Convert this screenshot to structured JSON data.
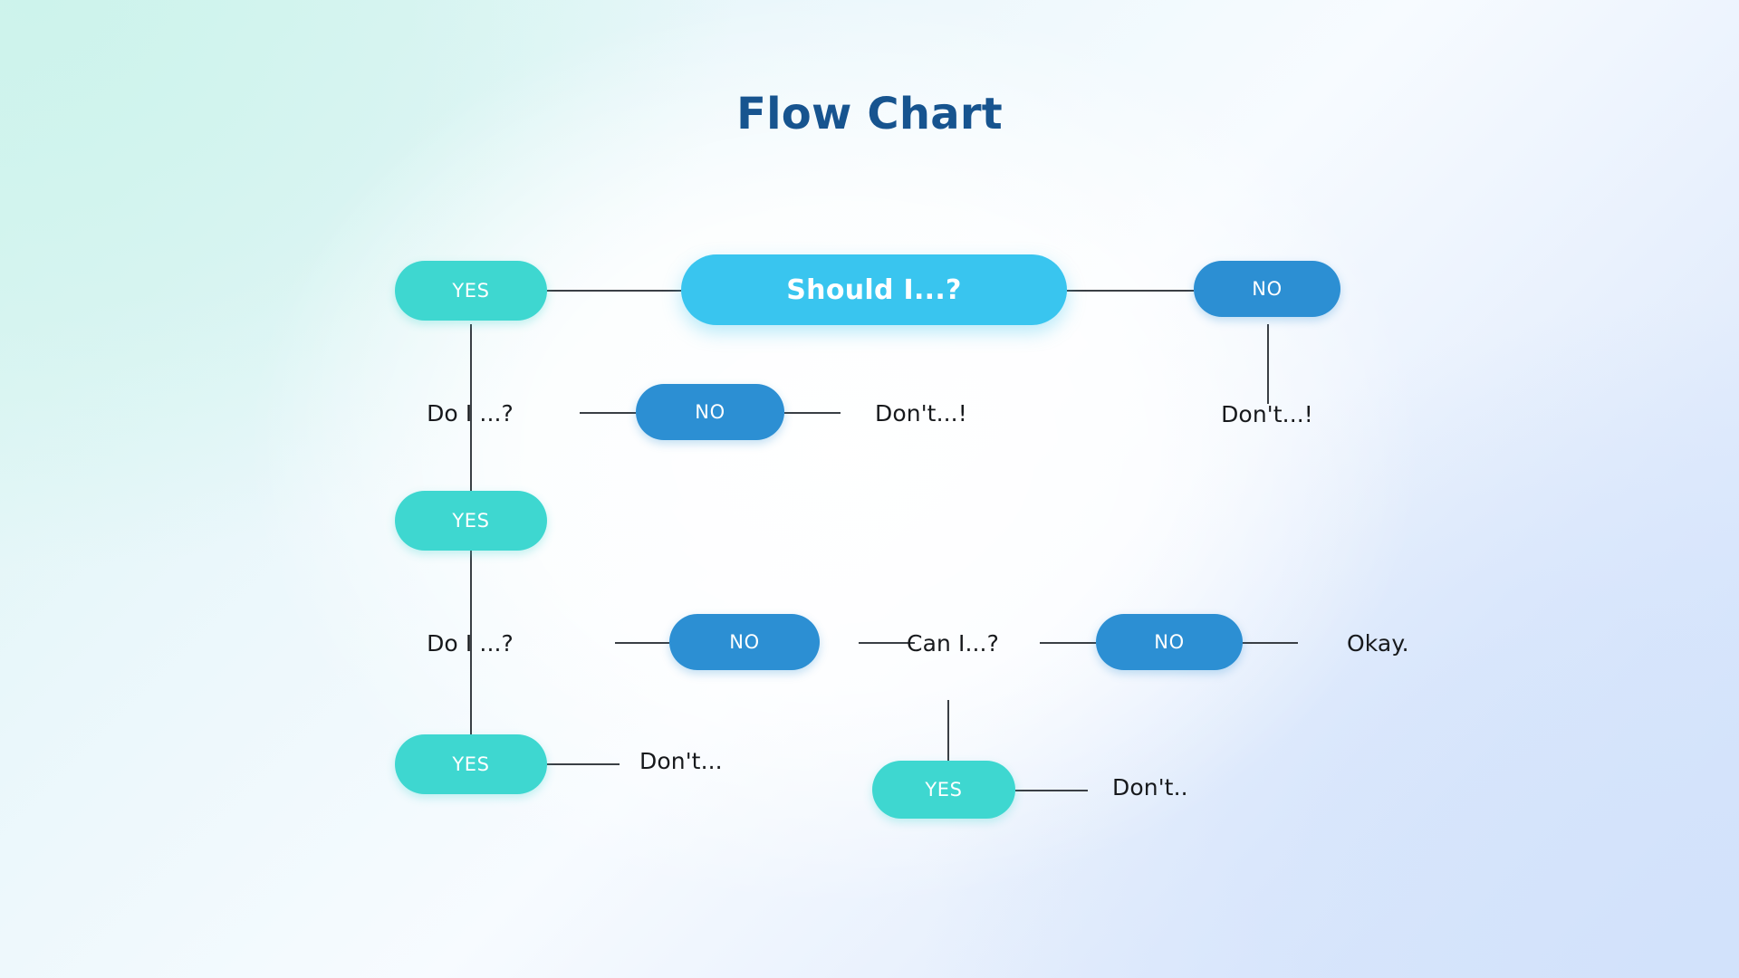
{
  "page": {
    "title": "Flow Chart",
    "title_color": "#17548f"
  },
  "theme": {
    "teal": "#3ed7d0",
    "blue": "#2c8fd3",
    "cyan": "#39c5ef",
    "connector": "#3a3f45",
    "label_text": "#17191c",
    "node_text": "#ffffff",
    "bg_top_left": "#d8f5f0",
    "bg_center": "#f7fbff",
    "bg_bottom_right": "#d6e4fb"
  },
  "chart_data": {
    "type": "diagram",
    "title": "Flow Chart",
    "nodes": [
      {
        "id": "root",
        "label": "Should I...?",
        "style": "cyan-pill",
        "role": "decision"
      },
      {
        "id": "yes1",
        "label": "YES",
        "style": "teal-pill",
        "role": "answer"
      },
      {
        "id": "no1",
        "label": "NO",
        "style": "blue-pill",
        "role": "answer"
      },
      {
        "id": "dont_r1",
        "label": "Don't...!",
        "style": "plain-text",
        "role": "outcome"
      },
      {
        "id": "doi1",
        "label": "Do I ...?",
        "style": "plain-text",
        "role": "decision"
      },
      {
        "id": "no2",
        "label": "NO",
        "style": "blue-pill",
        "role": "answer"
      },
      {
        "id": "dont_r2",
        "label": "Don't...!",
        "style": "plain-text",
        "role": "outcome"
      },
      {
        "id": "yes2",
        "label": "YES",
        "style": "teal-pill",
        "role": "answer"
      },
      {
        "id": "doi2",
        "label": "Do I ...?",
        "style": "plain-text",
        "role": "decision"
      },
      {
        "id": "no3",
        "label": "NO",
        "style": "blue-pill",
        "role": "answer"
      },
      {
        "id": "cani",
        "label": "Can I...?",
        "style": "plain-text",
        "role": "decision"
      },
      {
        "id": "no4",
        "label": "NO",
        "style": "blue-pill",
        "role": "answer"
      },
      {
        "id": "okay",
        "label": "Okay.",
        "style": "plain-text",
        "role": "outcome"
      },
      {
        "id": "yes3",
        "label": "YES",
        "style": "teal-pill",
        "role": "answer"
      },
      {
        "id": "dont_b1",
        "label": "Don't...",
        "style": "plain-text",
        "role": "outcome"
      },
      {
        "id": "yes4",
        "label": "YES",
        "style": "teal-pill",
        "role": "answer"
      },
      {
        "id": "dont_b2",
        "label": "Don't..",
        "style": "plain-text",
        "role": "outcome"
      }
    ],
    "edges": [
      {
        "from": "root",
        "to": "yes1",
        "orientation": "horizontal"
      },
      {
        "from": "root",
        "to": "no1",
        "orientation": "horizontal"
      },
      {
        "from": "no1",
        "to": "dont_r2",
        "orientation": "vertical"
      },
      {
        "from": "yes1",
        "to": "doi1",
        "orientation": "vertical"
      },
      {
        "from": "doi1",
        "to": "no2",
        "orientation": "horizontal"
      },
      {
        "from": "no2",
        "to": "dont_r1",
        "orientation": "horizontal"
      },
      {
        "from": "doi1",
        "to": "yes2",
        "orientation": "vertical"
      },
      {
        "from": "yes2",
        "to": "doi2",
        "orientation": "vertical"
      },
      {
        "from": "doi2",
        "to": "no3",
        "orientation": "horizontal"
      },
      {
        "from": "no3",
        "to": "cani",
        "orientation": "horizontal"
      },
      {
        "from": "cani",
        "to": "no4",
        "orientation": "horizontal"
      },
      {
        "from": "no4",
        "to": "okay",
        "orientation": "horizontal"
      },
      {
        "from": "doi2",
        "to": "yes3",
        "orientation": "vertical"
      },
      {
        "from": "yes3",
        "to": "dont_b1",
        "orientation": "horizontal"
      },
      {
        "from": "cani",
        "to": "yes4",
        "orientation": "vertical"
      },
      {
        "from": "yes4",
        "to": "dont_b2",
        "orientation": "horizontal"
      }
    ]
  }
}
